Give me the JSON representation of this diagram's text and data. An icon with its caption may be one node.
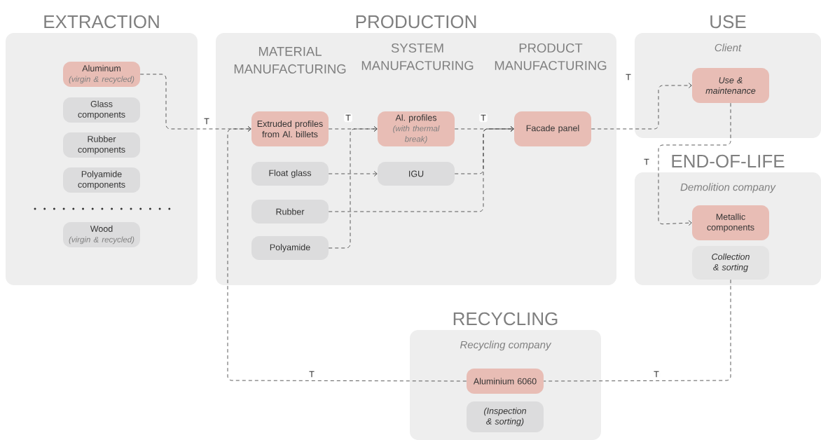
{
  "diagram": {
    "nodes": [
      {
        "text": [
          "EXTRACTION"
        ]
      },
      {
        "text": [
          "Aluminum",
          "(virgin & recycled)"
        ],
        "in": 0
      },
      {
        "text": [
          "Glass components"
        ],
        "in": 0
      },
      {
        "text": [
          "Rubber components"
        ],
        "in": 0
      },
      {
        "text": [
          "Polyamide components"
        ],
        "in": 0
      },
      {
        "text": [
          "Wood",
          "(virgin & recycled)"
        ],
        "in": 0
      },
      {
        "text": [
          "PRODUCTION"
        ]
      },
      {
        "text": [
          "Extruded profiles from Al. billets"
        ],
        "in": 6
      },
      {
        "text": [
          "Float glass"
        ],
        "in": 6
      },
      {
        "text": [
          "Rubber"
        ],
        "in": 6
      },
      {
        "text": [
          "Polyamide"
        ],
        "in": 6
      },
      {
        "text": [
          "Al. profiles",
          "(with thermal break)"
        ],
        "in": 6
      },
      {
        "text": [
          "IGU"
        ],
        "in": 6
      },
      {
        "text": [
          "Facade panel"
        ],
        "in": 6
      },
      {
        "text": [
          "USE",
          "Client"
        ]
      },
      {
        "text": [
          "Use & maintenance"
        ],
        "in": 14
      },
      {
        "text": [
          "END-OF-LIFE",
          "Demolition company"
        ]
      },
      {
        "text": [
          "Metallic components"
        ],
        "in": 16
      },
      {
        "text": [
          "Collection & sorting"
        ],
        "in": 16
      },
      {
        "text": [
          "RECYCLING",
          "Recycling company"
        ]
      },
      {
        "text": [
          "Aluminium 6060"
        ],
        "in": 19
      },
      {
        "text": [
          "(Inspection & sorting)"
        ],
        "in": 19
      }
    ],
    "edges": [
      {
        "from": 1,
        "to": 7,
        "arrow": "to",
        "label": "T",
        "style": "dashed"
      },
      {
        "from": 7,
        "to": 11,
        "arrow": "to",
        "label": "T",
        "style": "dashed"
      },
      {
        "from": 8,
        "to": 12,
        "arrow": "to",
        "style": "dashed"
      },
      {
        "from": 9,
        "to": 13,
        "arrow": "to",
        "style": "dashed"
      },
      {
        "from": 10,
        "to": 11,
        "arrow": "to",
        "style": "dashed"
      },
      {
        "from": 11,
        "to": 13,
        "arrow": "to",
        "label": "T",
        "style": "dashed"
      },
      {
        "from": 12,
        "to": 13,
        "arrow": "to",
        "style": "dashed"
      },
      {
        "from": 13,
        "to": 15,
        "arrow": "to",
        "label": "T",
        "style": "dashed"
      },
      {
        "from": 15,
        "to": 17,
        "arrow": "to",
        "label": "T",
        "style": "dashed"
      },
      {
        "from": 18,
        "to": 20,
        "arrow": "none",
        "label": "T",
        "style": "dashed"
      },
      {
        "from": 20,
        "to": 7,
        "arrow": "to",
        "label": "T",
        "style": "dashed"
      }
    ],
    "labels": [
      "MATERIAL MANUFACTURING",
      "SYSTEM MANUFACTURING",
      "PRODUCT MANUFACTURING"
    ]
  }
}
